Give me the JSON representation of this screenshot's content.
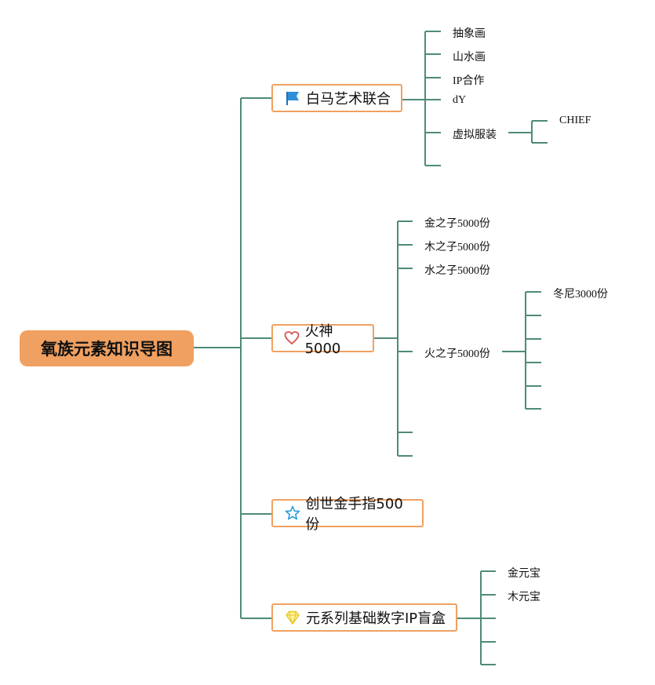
{
  "colors": {
    "root_bg": "#f0a060",
    "node_border": "#f0a060",
    "line": "#4f8a78"
  },
  "root": {
    "label": "氧族元素知识导图"
  },
  "branches": [
    {
      "label": "白马艺术联合",
      "icon": "flag-icon",
      "children": [
        "抽象画",
        "山水画",
        "IP合作",
        "dY",
        "虚拟服装",
        ""
      ],
      "grandchildren": {
        "虚拟服装": [
          "CHIEF",
          ""
        ]
      }
    },
    {
      "label": "火神5000",
      "icon": "heart-icon",
      "children": [
        "金之子5000份",
        "木之子5000份",
        "水之子5000份",
        "火之子5000份",
        "",
        ""
      ],
      "grandchildren": {
        "火之子5000份": [
          "冬尼3000份",
          "",
          "",
          "",
          "",
          ""
        ]
      }
    },
    {
      "label": "创世金手指500份",
      "icon": "star-icon",
      "children": []
    },
    {
      "label": "元系列基础数字IP盲盒",
      "icon": "diamond-icon",
      "children": [
        "金元宝",
        "木元宝",
        "",
        "",
        ""
      ]
    }
  ]
}
